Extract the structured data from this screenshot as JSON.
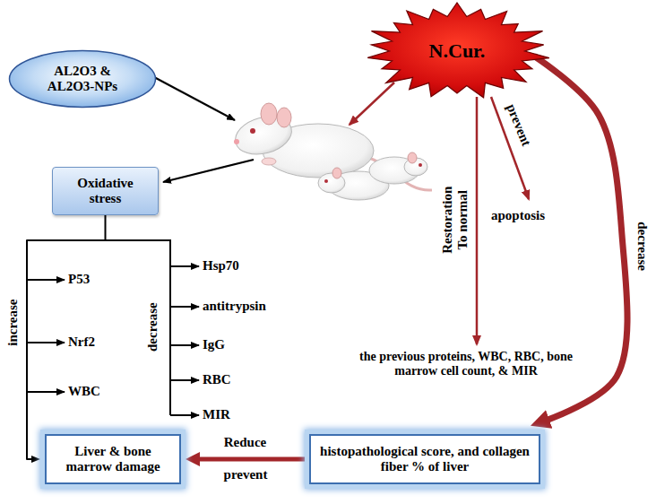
{
  "diagram": {
    "nodes": [
      {
        "text": [
          "AL2O3 & AL2O3-NPs"
        ]
      },
      {
        "text": [
          "N.Cur."
        ]
      },
      {
        "text": [
          "Oxidative stress"
        ]
      },
      {
        "text": [
          "Liver & bone marrow damage"
        ]
      },
      {
        "text": [
          "histopathological score, and collagen fiber % of liver"
        ]
      }
    ],
    "edges": [
      {
        "from": 2,
        "to": 3,
        "arrow": "to"
      },
      {
        "from": 4,
        "to": 3,
        "arrow": "to",
        "label": "Reduce"
      },
      {
        "from": 1,
        "to": 4,
        "arrow": "to",
        "label": "decrease"
      }
    ],
    "labels": [
      "increase",
      "P53",
      "Nrf2",
      "WBC",
      "decrease",
      "Hsp70",
      "antitrypsin",
      "IgG",
      "RBC",
      "MIR",
      "Restoration To normal",
      "prevent",
      "apoptosis",
      "the previous proteins, WBC, RBC, bone marrow cell count, & MIR",
      "prevent"
    ]
  }
}
